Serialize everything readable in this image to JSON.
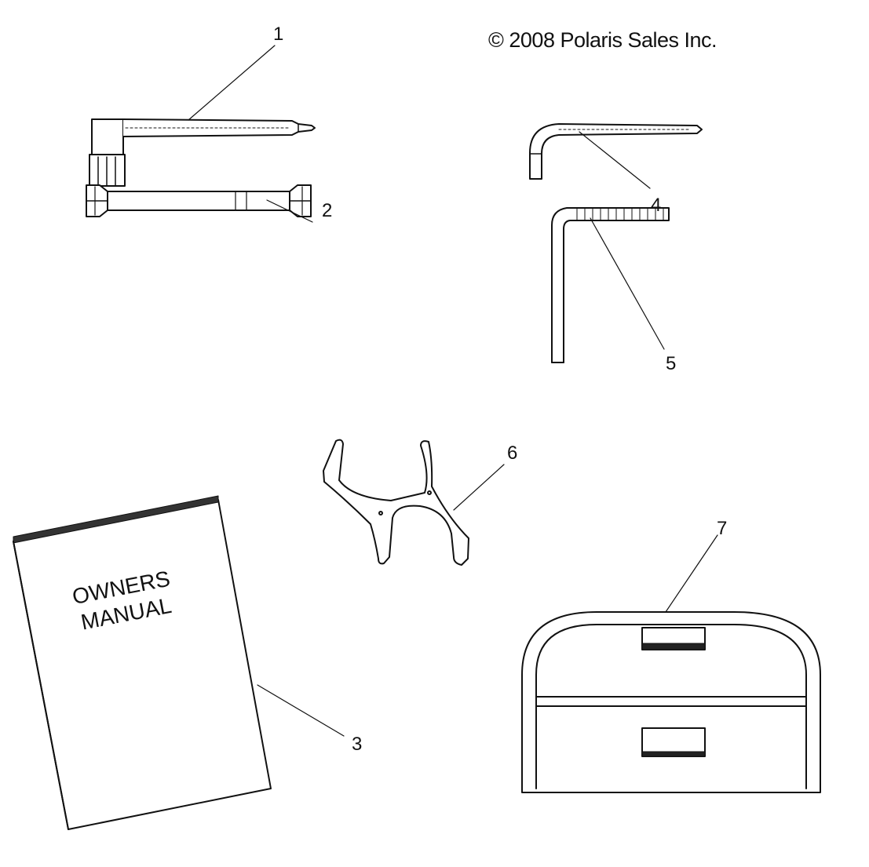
{
  "copyright": "© 2008 Polaris Sales Inc.",
  "callouts": [
    "1",
    "2",
    "3",
    "4",
    "5",
    "6",
    "7"
  ],
  "manual_cover": {
    "line1": "OWNERS",
    "line2": "MANUAL"
  }
}
